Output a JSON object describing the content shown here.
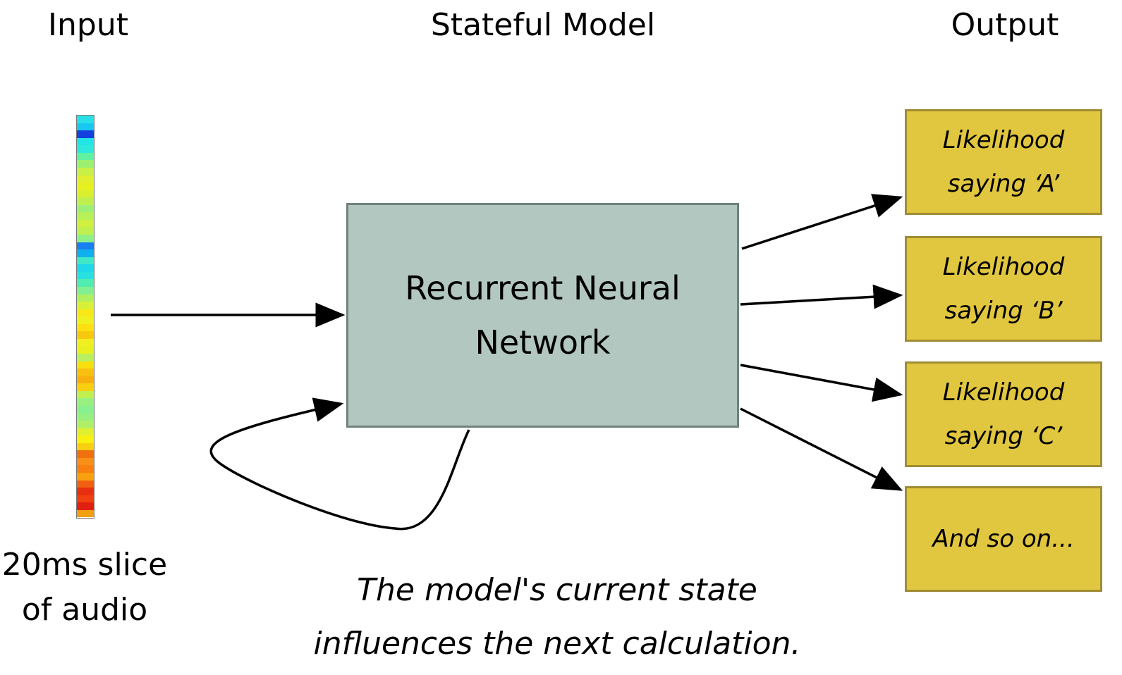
{
  "headings": {
    "input": "Input",
    "model": "Stateful Model",
    "output": "Output"
  },
  "input": {
    "caption_line1": "20ms slice",
    "caption_line2": "of audio",
    "spectrogram_colors": [
      "#2ae0e8",
      "#19c8f0",
      "#1540e0",
      "#22e6e6",
      "#2ee8dc",
      "#60f0a0",
      "#9cf070",
      "#c8f048",
      "#e0f030",
      "#e8f020",
      "#d8f030",
      "#c0f050",
      "#9cf078",
      "#b8f058",
      "#d0f040",
      "#c0f050",
      "#90f088",
      "#1880f0",
      "#10b0f0",
      "#40e8c8",
      "#20d8e8",
      "#28e0e0",
      "#50ecb0",
      "#80f090",
      "#b0f060",
      "#d8f038",
      "#f8e818",
      "#f0f020",
      "#fce010",
      "#f8c810",
      "#f0f020",
      "#e8f020",
      "#b8f060",
      "#f8e010",
      "#f8c010",
      "#f8b010",
      "#f8d010",
      "#c0f050",
      "#98f080",
      "#88f090",
      "#98f080",
      "#b0f068",
      "#e0f030",
      "#f8f010",
      "#f8d010",
      "#f07010",
      "#f89018",
      "#f88010",
      "#f8a010",
      "#f06010",
      "#e83010",
      "#f04010",
      "#e02010",
      "#f0a010"
    ]
  },
  "model": {
    "label_line1": "Recurrent Neural",
    "label_line2": "Network",
    "caption_line1": "The model's current state",
    "caption_line2": "influences the next calculation."
  },
  "outputs": [
    {
      "line1": "Likelihood",
      "line2": "saying ‘A’"
    },
    {
      "line1": "Likelihood",
      "line2": "saying ‘B’"
    },
    {
      "line1": "Likelihood",
      "line2": "saying ‘C’"
    },
    {
      "line1": "And so on...",
      "line2": ""
    }
  ],
  "colors": {
    "model_fill": "#b3c7c1",
    "model_border": "#6f827c",
    "output_fill": "#e1c63f",
    "output_border": "#a08c35",
    "arrow": "#000000"
  }
}
